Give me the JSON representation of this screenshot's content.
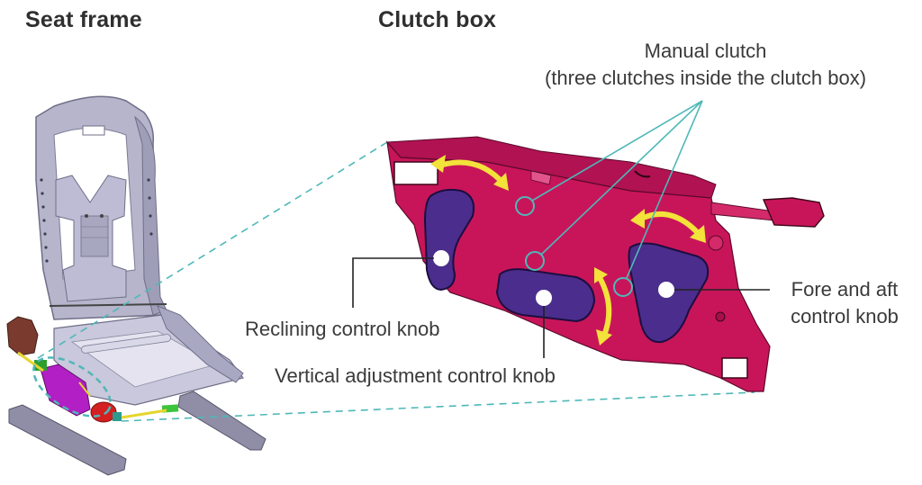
{
  "headings": {
    "seat_frame": "Seat frame",
    "clutch_box": "Clutch box"
  },
  "callouts": {
    "manual_clutch_line1": "Manual clutch",
    "manual_clutch_line2": "(three clutches inside the clutch box)",
    "reclining": "Reclining control knob",
    "vertical": "Vertical adjustment control knob",
    "fore_aft_line1": "Fore and aft",
    "fore_aft_line2": "control knob"
  },
  "colors": {
    "clutch_box_body": "#c8155a",
    "knob": "#4a2d8c",
    "arrow": "#f2e23a",
    "leader_teal": "#4fb8b8",
    "frame_gray": "#a9a8c2"
  }
}
